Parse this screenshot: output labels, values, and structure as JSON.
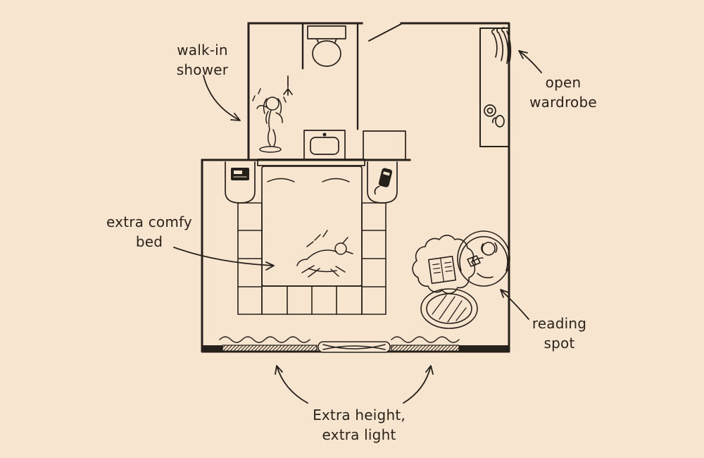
{
  "scene": {
    "type": "hand-drawn hotel room floor plan illustration",
    "background_color": "#f8e5d0",
    "ink_color": "#26201a"
  },
  "annotations": {
    "walk_in_shower": "walk-in\nshower",
    "open_wardrobe": "open\nwardrobe",
    "extra_comfy_bed": "extra comfy\nbed",
    "reading_spot": "reading\nspot",
    "extra_height": "Extra height,\nextra light"
  },
  "floor_plan": {
    "areas": [
      "bathroom",
      "bedroom",
      "wardrobe nook"
    ],
    "elements": [
      "toilet",
      "walk-in shower with person showering",
      "sink vanity",
      "dresser",
      "entry door ajar",
      "open wardrobe with hanging clothes and items",
      "double bed with dog lying on it",
      "bed platform benches around bed",
      "nightstand left with radio",
      "nightstand right with phone",
      "round reading chair with person reading",
      "cloud rug with open book",
      "round striped side table",
      "window left",
      "window seat",
      "window right",
      "wavy curtains"
    ]
  }
}
